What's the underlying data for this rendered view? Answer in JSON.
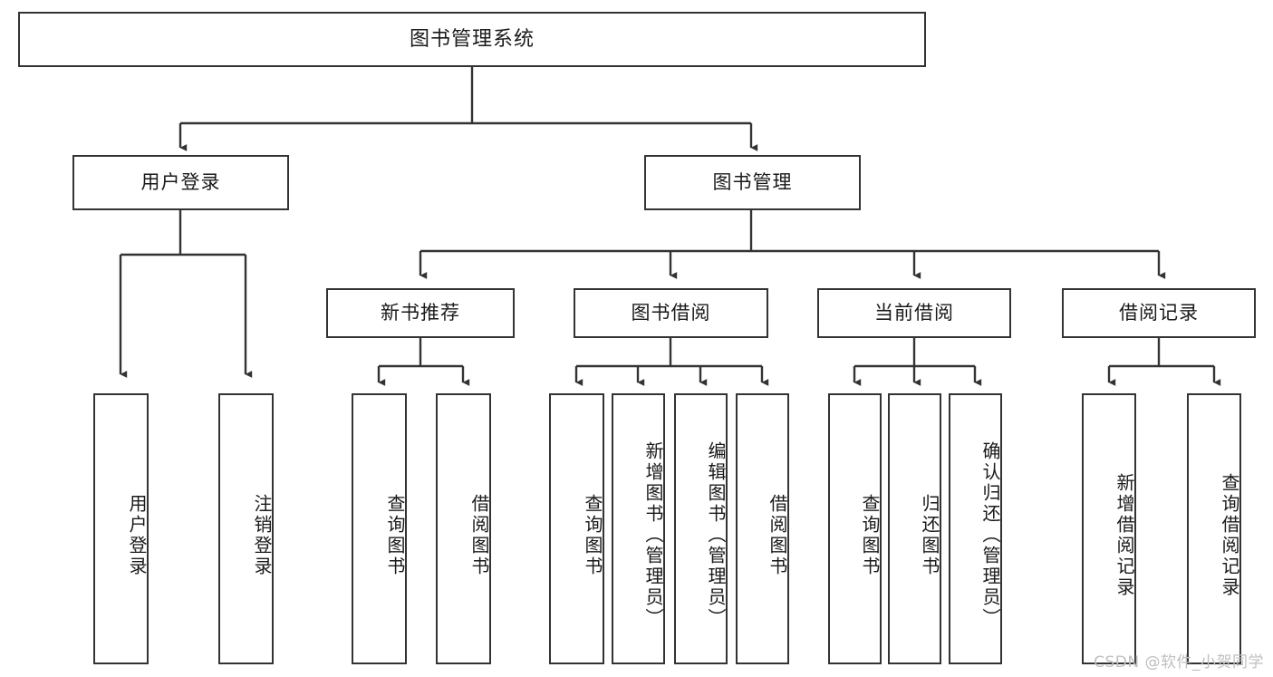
{
  "diagram": {
    "title": "图书管理系统",
    "type": "tree-hierarchy-chart",
    "root": {
      "label": "图书管理系统"
    },
    "level2": [
      {
        "label": "用户登录"
      },
      {
        "label": "图书管理"
      }
    ],
    "level3": [
      {
        "label": "新书推荐"
      },
      {
        "label": "图书借阅"
      },
      {
        "label": "当前借阅"
      },
      {
        "label": "借阅记录"
      }
    ],
    "leaves": {
      "user_login": [
        {
          "label": "用户登录"
        },
        {
          "label": "注销登录"
        }
      ],
      "new_book_recommend": [
        {
          "label": "查询图书"
        },
        {
          "label": "借阅图书"
        }
      ],
      "book_borrow": [
        {
          "label": "查询图书"
        },
        {
          "label": "新增图书（管理员）"
        },
        {
          "label": "编辑图书（管理员）"
        },
        {
          "label": "借阅图书"
        }
      ],
      "current_borrow": [
        {
          "label": "查询图书"
        },
        {
          "label": "归还图书"
        },
        {
          "label": "确认归还（管理员）"
        }
      ],
      "borrow_record": [
        {
          "label": "新增借阅记录"
        },
        {
          "label": "查询借阅记录"
        }
      ]
    }
  },
  "watermark": {
    "text": "CSDN @软件_小贺同学"
  },
  "colors": {
    "border": "#333333",
    "text": "#1a1a1a",
    "background": "#ffffff",
    "watermark": "#bfbfbf"
  }
}
